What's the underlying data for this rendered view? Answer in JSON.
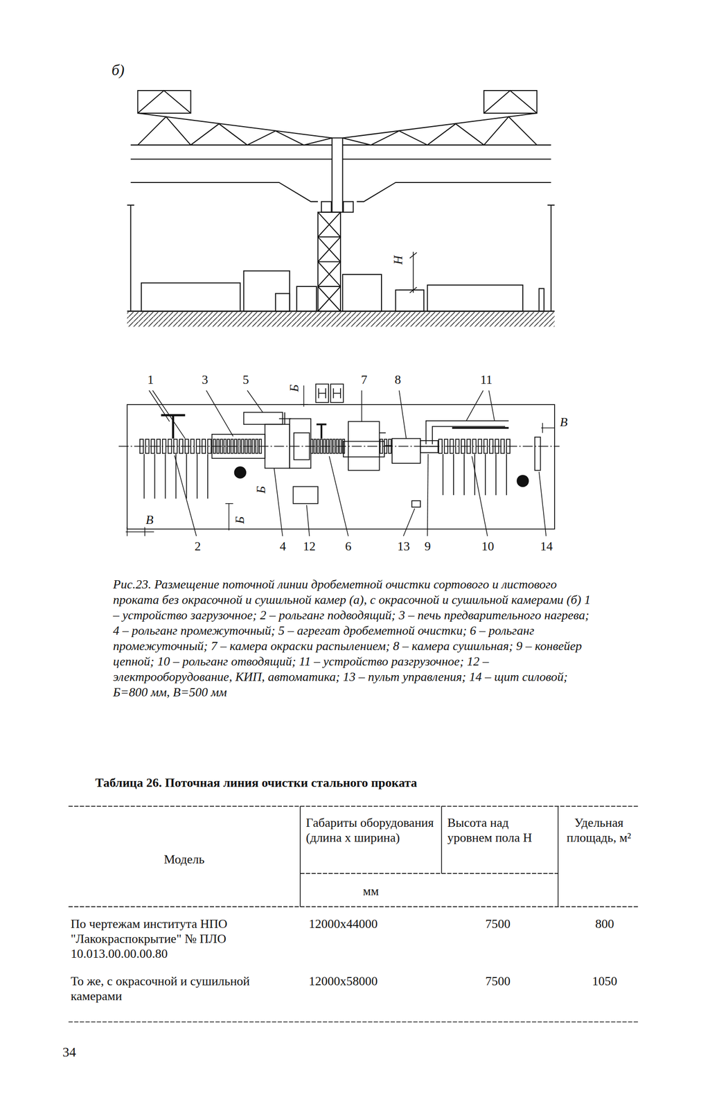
{
  "diagram": {
    "caption": "Рис.23. Размещение поточной линии дробеметной очистки сортового и листового проката без окрасочной и сушильной камер (а), с окрасочной и сушильной камерами (б) 1 – устройство загрузочное; 2 – рольганг подводящий; 3 – печь предварительного нагрева; 4 – рольганг промежуточный; 5 – агрегат дробеметной очистки; 6 – рольганг промежуточный; 7 – камера окраски распылением; 8 – камера сушильная; 9 – конвейер цепной; 10 – рольганг отводящий; 11 – устройство разгрузочное; 12 – электрооборудование, КИП, автоматика; 13 – пульт управления; 14 – щит силовой; Б=800 мм, В=500 мм",
    "labels": [
      "б)",
      "H",
      "1",
      "3",
      "5",
      "Б",
      "7",
      "8",
      "11",
      "В",
      "Б",
      "В",
      "Б",
      "2",
      "4",
      "12",
      "6",
      "13",
      "9",
      "10",
      "14",
      "Таблица 26. Поточная линия очистки стального проката",
      "Модель",
      "Габариты оборудования (длина х ширина)",
      "Высота над уровнем пола H",
      "Удельная площадь, м²",
      "мм",
      "По чертежам института НПО \"Лакокраспокрытие\" № ПЛО 10.013.00.00.00.80",
      "12000х44000",
      "7500",
      "800",
      "То же, с окрасочной и сушильной камерами",
      "12000х58000",
      "7500",
      "1050",
      "34"
    ]
  }
}
